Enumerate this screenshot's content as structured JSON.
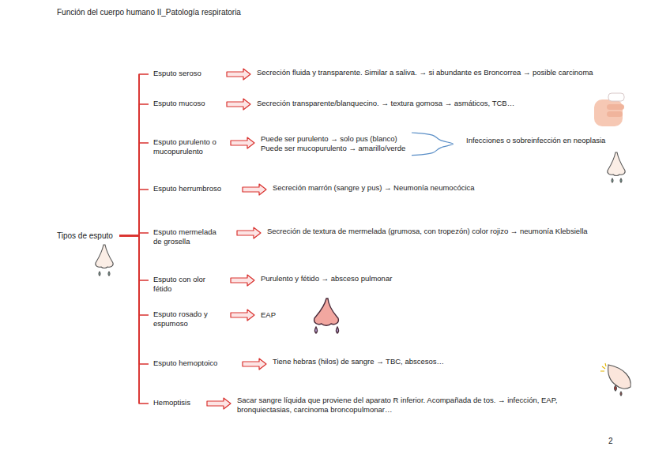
{
  "diagram": {
    "title": "Función del cuerpo humano II_Patología respiratoria",
    "nodes": [
      {
        "text": [
          "Tipos de esputo"
        ]
      },
      {
        "text": [
          "Esputo seroso"
        ]
      },
      {
        "text": [
          "Secreción fluida y transparente. Similar a saliva. → si abundante es Broncorrea → posible carcinoma"
        ]
      },
      {
        "text": [
          "Esputo mucoso"
        ]
      },
      {
        "text": [
          "Secreción transparente/blanquecino. → textura gomosa → asmáticos, TCB…"
        ]
      },
      {
        "text": [
          "Esputo purulento o mucopurulento"
        ]
      },
      {
        "text": [
          "Puede ser purulento → solo pus (blanco)",
          "Puede ser mucopurulento → amarillo/verde"
        ]
      },
      {
        "text": [
          "Infecciones o sobreinfección en neoplasia"
        ]
      },
      {
        "text": [
          "Esputo herrumbroso"
        ]
      },
      {
        "text": [
          "Secreción marrón (sangre y pus) → Neumonía neumocócica"
        ]
      },
      {
        "text": [
          "Esputo mermelada de grosella"
        ]
      },
      {
        "text": [
          "Secreción de textura de mermelada (grumosa, con tropezón) color rojizo → neumonía Klebsiella"
        ]
      },
      {
        "text": [
          "Esputo con olor fétido"
        ]
      },
      {
        "text": [
          "Purulento y fétido → absceso pulmonar"
        ]
      },
      {
        "text": [
          "Esputo rosado y espumoso"
        ]
      },
      {
        "text": [
          "EAP"
        ]
      },
      {
        "text": [
          "Esputo hemoptoico"
        ]
      },
      {
        "text": [
          "Tiene hebras (hilos) de sangre → TBC, abscesos…"
        ]
      },
      {
        "text": [
          "Hemoptisis"
        ]
      },
      {
        "text": [
          "Sacar sangre líquida que proviene del aparato R inferior. Acompañada de tos. → infección, EAP, bronquiectasias, carcinoma broncopulmonar…"
        ]
      }
    ],
    "edges": [
      {
        "from": 0,
        "to": 1,
        "arrow": "none"
      },
      {
        "from": 0,
        "to": 3,
        "arrow": "none"
      },
      {
        "from": 0,
        "to": 5,
        "arrow": "none"
      },
      {
        "from": 0,
        "to": 8,
        "arrow": "none"
      },
      {
        "from": 0,
        "to": 10,
        "arrow": "none"
      },
      {
        "from": 0,
        "to": 12,
        "arrow": "none"
      },
      {
        "from": 0,
        "to": 14,
        "arrow": "none"
      },
      {
        "from": 0,
        "to": 16,
        "arrow": "none"
      },
      {
        "from": 0,
        "to": 18,
        "arrow": "none"
      },
      {
        "from": 1,
        "to": 2,
        "arrow": "to"
      },
      {
        "from": 3,
        "to": 4,
        "arrow": "to"
      },
      {
        "from": 5,
        "to": 6,
        "arrow": "to"
      },
      {
        "from": 6,
        "to": 7,
        "arrow": "none"
      },
      {
        "from": 8,
        "to": 9,
        "arrow": "to"
      },
      {
        "from": 10,
        "to": 11,
        "arrow": "to"
      },
      {
        "from": 12,
        "to": 13,
        "arrow": "to"
      },
      {
        "from": 14,
        "to": 15,
        "arrow": "to"
      },
      {
        "from": 16,
        "to": 17,
        "arrow": "to"
      },
      {
        "from": 18,
        "to": 19,
        "arrow": "to"
      }
    ],
    "labels": [
      "2"
    ]
  }
}
